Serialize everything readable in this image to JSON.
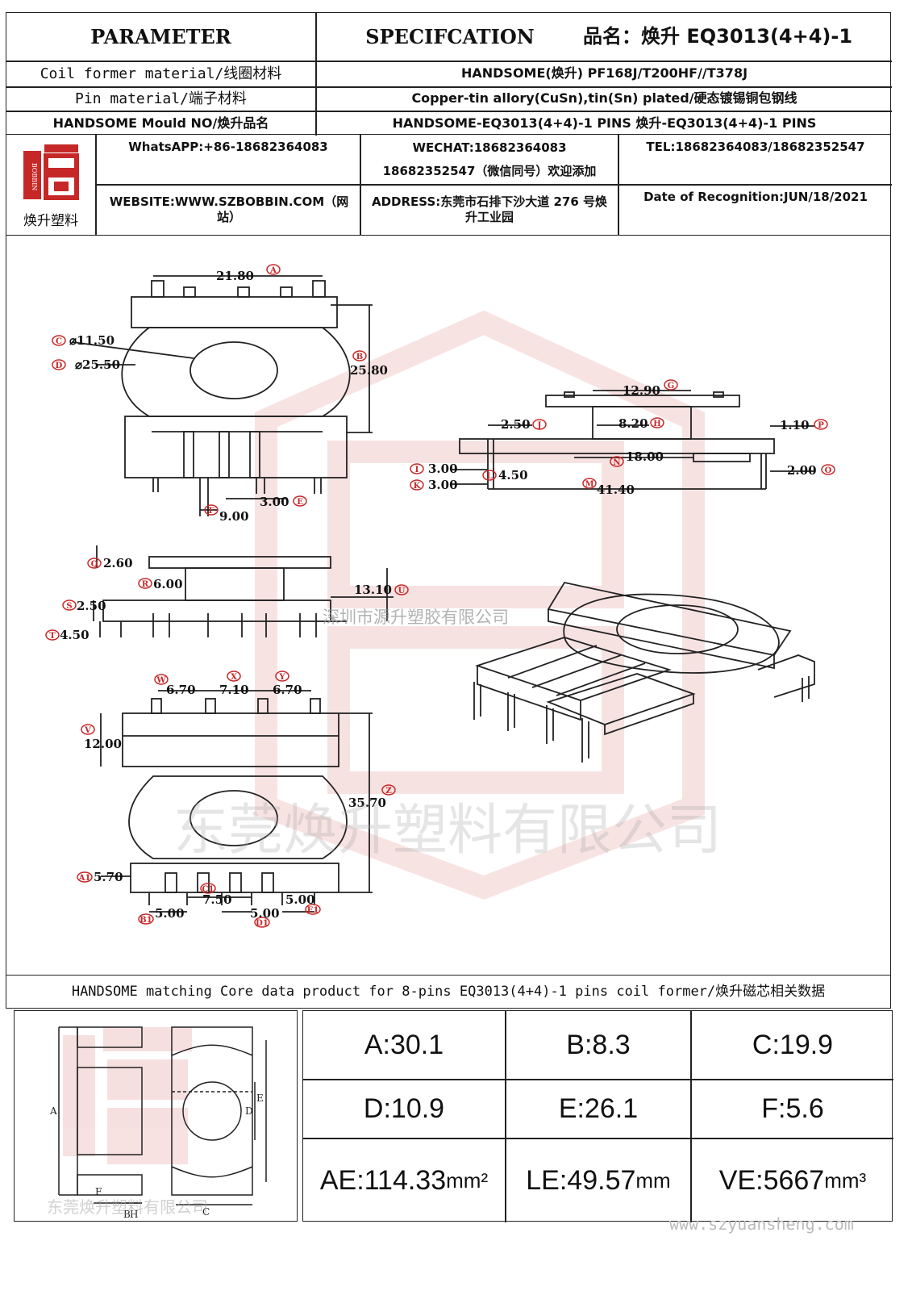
{
  "header": {
    "parameter": "PARAMETER",
    "specification": "SPECIFCATION",
    "product_name": "品名：焕升 EQ3013(4+4)-1"
  },
  "rows": [
    {
      "label": "Coil former material/线圈材料",
      "value": "HANDSOME(焕升)   PF168J/T200HF//T378J"
    },
    {
      "label": "Pin material/端子材料",
      "value": "Copper-tin allory(CuSn),tin(Sn) plated/硬态镀锡铜包钢线"
    },
    {
      "label": "HANDSOME Mould NO/焕升品名",
      "value": "HANDSOME-EQ3013(4+4)-1 PINS   焕升-EQ3013(4+4)-1 PINS"
    }
  ],
  "company": {
    "logo_caption": "焕升塑料",
    "logo_mark": "BOBBIN",
    "whatsapp": "WhatsAPP:+86-18682364083",
    "wechat": "WECHAT:18682364083",
    "wechat_line2": "18682352547（微信同号）欢迎添加",
    "tel": "TEL:18682364083/18682352547",
    "website": "WEBSITE:WWW.SZBOBBIN.COM（网站）",
    "address": "ADDRESS:东莞市石排下沙大道 276 号焕升工业园",
    "date": "Date of Recognition:JUN/18/2021"
  },
  "drawing": {
    "dims": {
      "a": "21.80",
      "b": "25.80",
      "c": "⌀11.50",
      "d": "⌀25.50",
      "e": "3.00",
      "f": "9.00",
      "g": "12.90",
      "h": "8.20",
      "i": "3.00",
      "j": "2.50",
      "k": "3.00",
      "l": "4.50",
      "m": "41.40",
      "n": "18.00",
      "o": "2.00",
      "p": "1.10",
      "q": "2.60",
      "r": "6.00",
      "s": "2.50",
      "t": "4.50",
      "u": "13.10",
      "w": "6.70",
      "x": "7.10",
      "y": "6.70",
      "v": "12.00",
      "z": "35.70",
      "a1": "5.70",
      "b1": "5.00",
      "c1": "7.50",
      "d1": "5.00",
      "e1": "5.00"
    },
    "letters": {
      "a": "A",
      "b": "B",
      "c": "C",
      "d": "D",
      "e": "E",
      "f": "F",
      "g": "G",
      "h": "H",
      "i": "I",
      "j": "J",
      "k": "K",
      "l": "L",
      "m": "M",
      "n": "N",
      "o": "O",
      "p": "P",
      "q": "Q",
      "r": "R",
      "s": "S",
      "t": "T",
      "u": "U",
      "v": "V",
      "w": "W",
      "x": "X",
      "y": "Y",
      "z": "Z",
      "a1": "A1",
      "b1": "B1",
      "c1": "C1",
      "d1": "D1",
      "e1": "E1"
    },
    "watermark_small": "深圳市源升塑胶有限公司",
    "watermark_large": "东莞焕升塑料有限公司"
  },
  "core": {
    "title": "HANDSOME matching Core data  product for 8-pins EQ3013(4+4)-1 pins coil former/焕升磁芯相关数据",
    "diagram_labels": {
      "a": "A",
      "b": "B",
      "c": "C",
      "d": "D",
      "e": "E",
      "f": "F",
      "h": "H"
    },
    "diagram_watermark": "东莞焕升塑料有限公司",
    "values": [
      {
        "label": "A:30.1",
        "unit": ""
      },
      {
        "label": "B:8.3",
        "unit": ""
      },
      {
        "label": "C:19.9",
        "unit": ""
      },
      {
        "label": "D:10.9",
        "unit": ""
      },
      {
        "label": "E:26.1",
        "unit": ""
      },
      {
        "label": "F:5.6",
        "unit": ""
      },
      {
        "label": "AE:114.33",
        "unit": "mm²"
      },
      {
        "label": "LE:49.57",
        "unit": "mm"
      },
      {
        "label": "VE:5667",
        "unit": "mm³"
      }
    ]
  },
  "footer": {
    "url": "www.szyuansheng.com"
  }
}
